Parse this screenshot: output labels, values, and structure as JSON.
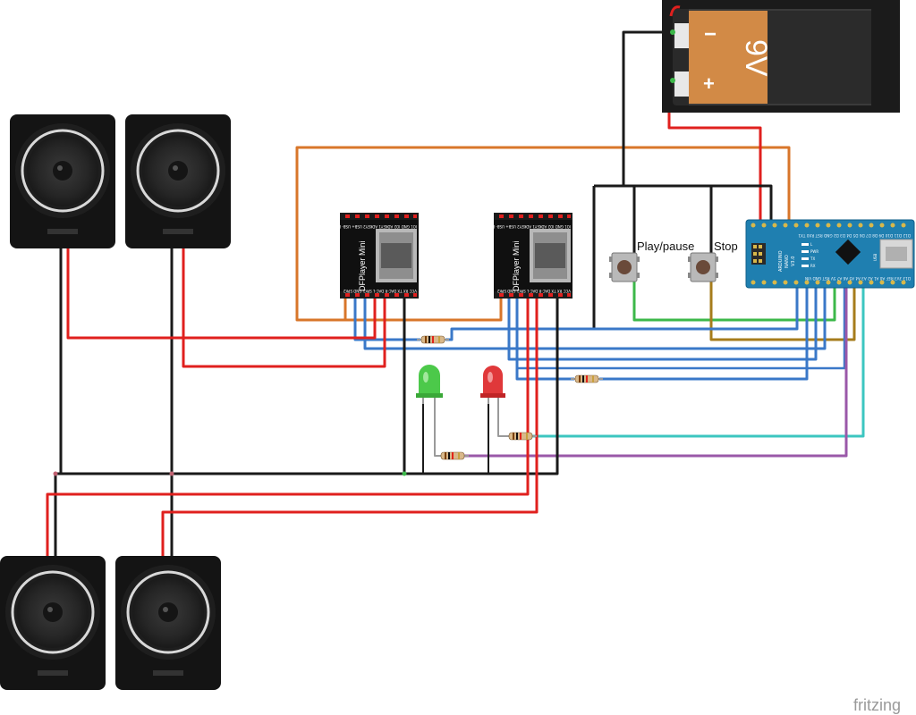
{
  "labels": {
    "play_pause": "Play/pause",
    "stop": "Stop",
    "watermark": "fritzing"
  },
  "battery": {
    "voltage_label": "9V",
    "minus": "−",
    "plus": "+"
  },
  "dfplayers": [
    {
      "title": "DFPlayer Mini",
      "top_pins": "IO1 GND IO2 ADKEY1 ADKEY2 USB+ USB- BUSY",
      "bottom_pins": "VCC RX TX DAC-R DAC-L SPK1 GND SPK2"
    },
    {
      "title": "DFPlayer Mini",
      "top_pins": "IO1 GND IO2 ADKEY1 ADKEY2 USB+ USB- BUSY",
      "bottom_pins": "VCC RX TX DAC-R DAC-L SPK1 GND SPK2"
    }
  ],
  "arduino": {
    "name": "ARDUINO",
    "model": "NANO",
    "version": "V3.0",
    "top_pins": "D12 D11 D10 D9 D8 D7 D6 D5 D4 D3 D2 GND RST RX0 TX1",
    "bottom_pins": "D13 3V3 REF A0 A1 A2 A3 A4 A5 A6 A7 5V RST GND VIN",
    "chip_labels": [
      "L",
      "PWR",
      "TX",
      "RX"
    ],
    "usb_label": "USB"
  },
  "colors": {
    "wire_black": "#1a1a1a",
    "wire_red": "#e0201e",
    "wire_blue": "#3a78c8",
    "wire_orange": "#d8762a",
    "wire_green": "#3cb84a",
    "wire_olive": "#a67c1c",
    "wire_cyan": "#3cc6c0",
    "wire_purple": "#9a58a8",
    "arduino_board": "#1f7fb0",
    "battery_orange": "#d28a46"
  }
}
